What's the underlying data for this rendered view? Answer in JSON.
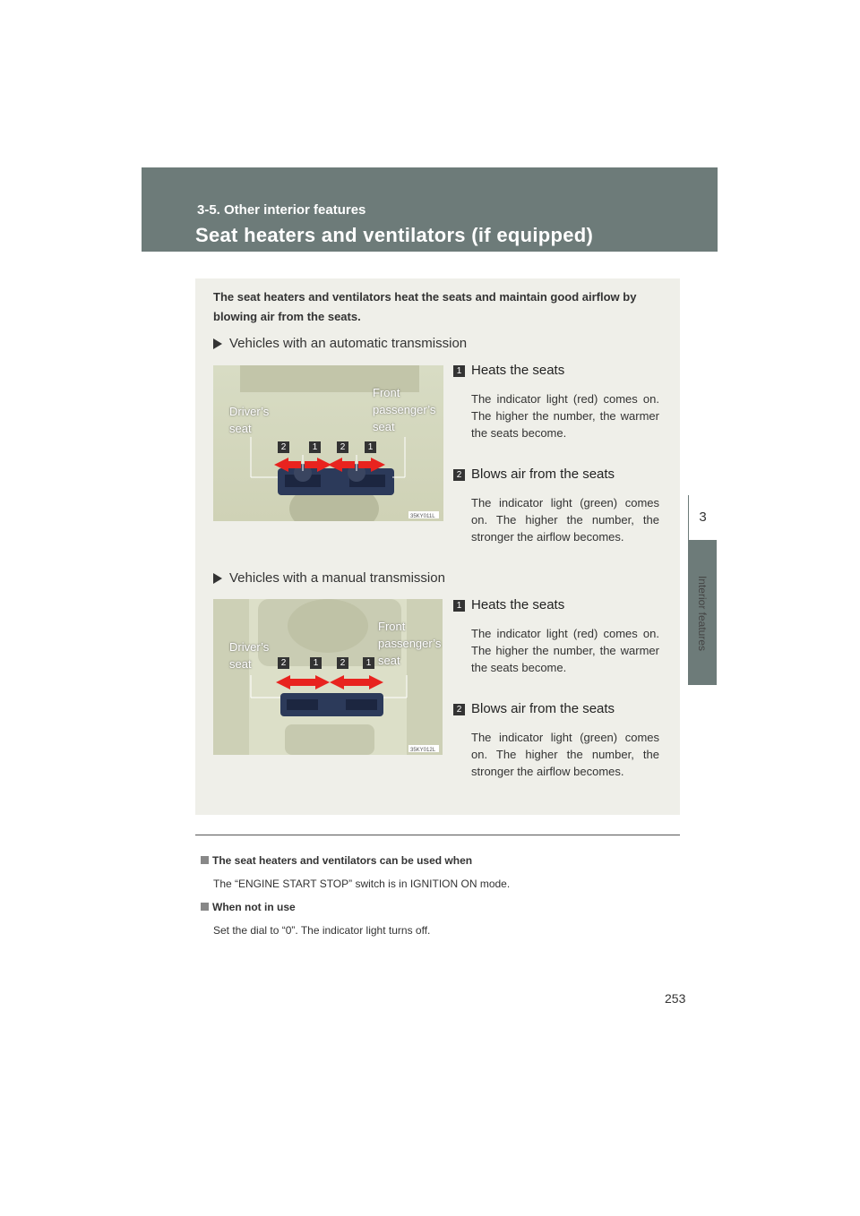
{
  "header": {
    "section": "3-5. Other interior features",
    "title": "Seat heaters and ventilators (if equipped)"
  },
  "side_tab": {
    "number": "3",
    "label": "Interior features"
  },
  "intro": "The seat heaters and ventilators heat the seats and maintain good airflow by blowing air from the seats.",
  "sections": [
    {
      "heading": "Vehicles with an automatic transmission",
      "photo": {
        "left_label": "Driver’s seat",
        "right_label": "Front passenger’s seat",
        "code": "35KY011L",
        "badges": [
          "2",
          "1",
          "2",
          "1"
        ]
      },
      "items": [
        {
          "badge": "1",
          "title": "Heats the seats",
          "desc": "The indicator light (red) comes on. The higher the number, the warmer the seats become."
        },
        {
          "badge": "2",
          "title": "Blows air from the seats",
          "desc": "The indicator light (green) comes on. The higher the number, the stronger the airflow becomes."
        }
      ]
    },
    {
      "heading": "Vehicles with a manual transmission",
      "photo": {
        "left_label": "Driver’s seat",
        "right_label": "Front passenger’s seat",
        "code": "35KY012L",
        "badges": [
          "2",
          "1",
          "2",
          "1"
        ]
      },
      "items": [
        {
          "badge": "1",
          "title": "Heats the seats",
          "desc": "The indicator light (red) comes on. The higher the number, the warmer the seats become."
        },
        {
          "badge": "2",
          "title": "Blows air from the seats",
          "desc": "The indicator light (green) comes on. The higher the number, the stronger the airflow becomes."
        }
      ]
    }
  ],
  "notes": [
    {
      "heading": "The seat heaters and ventilators can be used when",
      "text": "The “ENGINE START STOP” switch is in IGNITION ON mode."
    },
    {
      "heading": "When not in use",
      "text": "Set the dial to “0”. The indicator light turns off."
    }
  ],
  "page_number": "253",
  "colors": {
    "header_bg": "#6d7b79",
    "box_bg": "#efefe9",
    "arrow_red": "#e8231f"
  }
}
